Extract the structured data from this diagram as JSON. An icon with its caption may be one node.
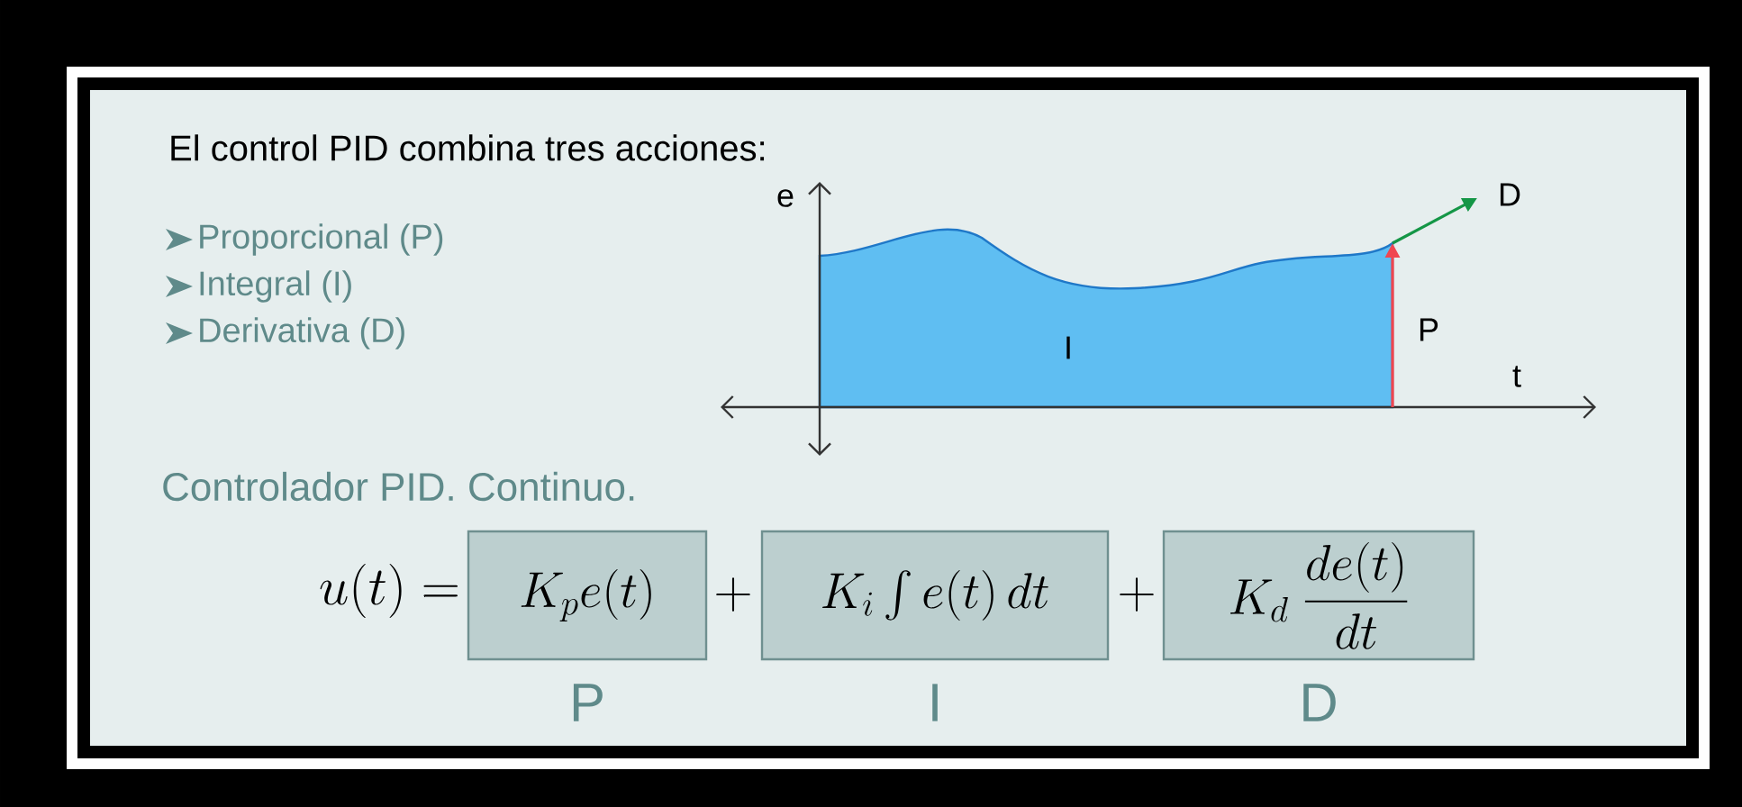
{
  "diagram": {
    "title": "El control PID combina tres acciones:",
    "nodes": [
      {
        "text": [
          "K_p e(t)"
        ],
        "beside": [
          "P"
        ]
      },
      {
        "text": [
          "K_i \\int e(t)\\,dt"
        ],
        "beside": [
          "I"
        ]
      },
      {
        "text": [
          "K_d \\; \\frac{de(t)}{dt}"
        ],
        "beside": [
          "D"
        ]
      }
    ],
    "labels": [
      "Proporcional (P)",
      "Integral (I)",
      "Derivativa (D)",
      "e",
      "D",
      "P",
      "I",
      "t",
      "Controlador PID. Continuo.",
      "u(t) =",
      "+",
      "+"
    ]
  }
}
